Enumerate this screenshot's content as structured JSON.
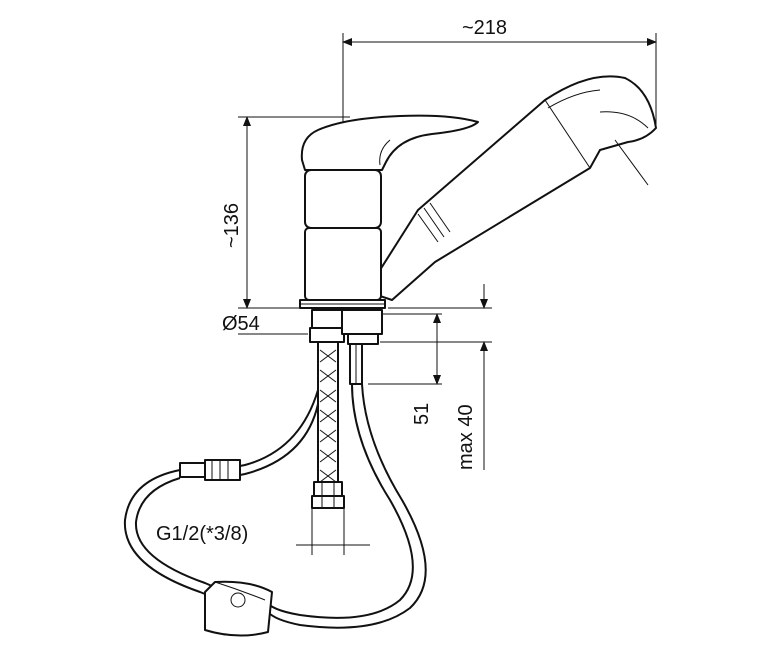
{
  "dimensions": {
    "width_total": "~218",
    "height_total": "~136",
    "base_diameter": "Ø54",
    "shank_length": "51",
    "max_counter": "max 40",
    "connector_thread": "G1/2(*3/8)"
  }
}
